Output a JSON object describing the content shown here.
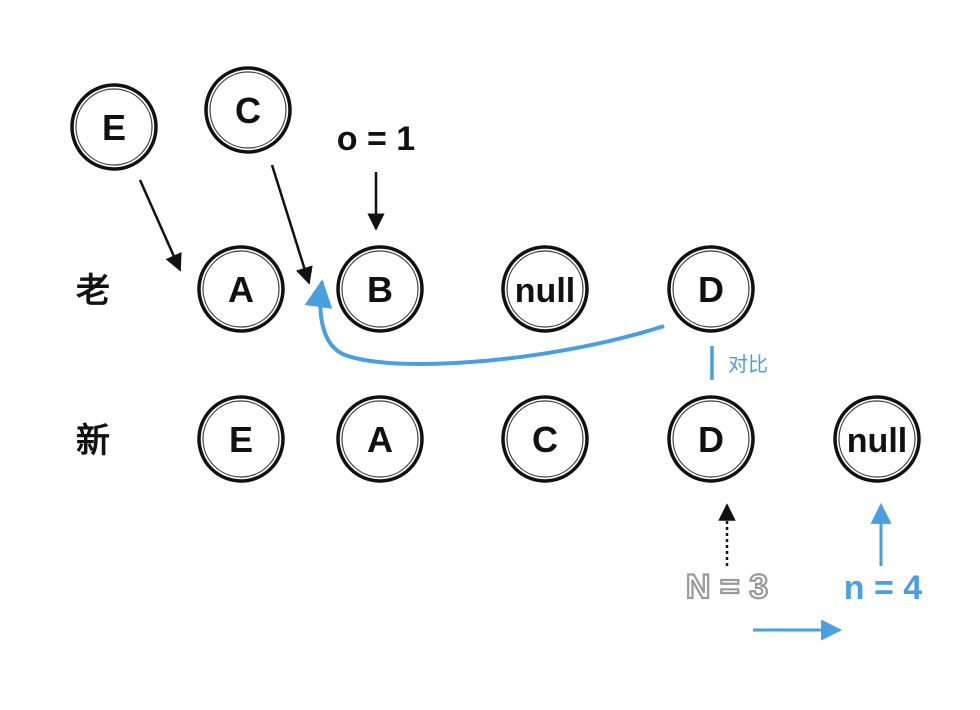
{
  "colors": {
    "ink": "#111111",
    "accent": "#4a9fe0",
    "muted": "#9a9a9a"
  },
  "rows": {
    "old_label": "老",
    "new_label": "新"
  },
  "extra_nodes": [
    "E",
    "C"
  ],
  "old_nodes": [
    "A",
    "B",
    "null",
    "D"
  ],
  "new_nodes": [
    "E",
    "A",
    "C",
    "D",
    "null"
  ],
  "pointers": {
    "o": "o = 1",
    "N": "N = 3",
    "n": "n = 4"
  },
  "compare_label": "对比"
}
